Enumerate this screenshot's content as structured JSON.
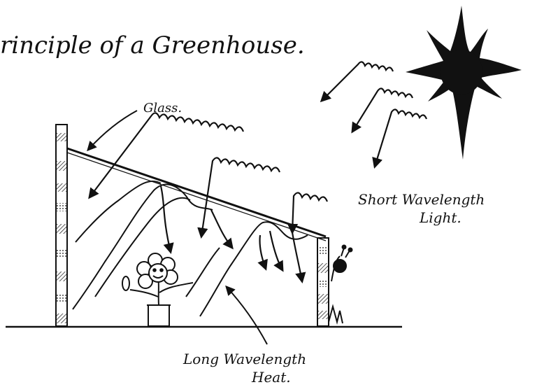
{
  "title": "rinciple of a Greenhouse.",
  "labels": {
    "glass": "Glass.",
    "short_line1": "Short Wavelength",
    "short_line2": "Light.",
    "long_line1": "Long Wavelength",
    "long_line2": "Heat."
  },
  "colors": {
    "ink": "#111111",
    "paper": "#ffffff"
  },
  "icons": {
    "sun": "sun-icon",
    "flower": "flower-icon",
    "snail": "snail-icon"
  }
}
